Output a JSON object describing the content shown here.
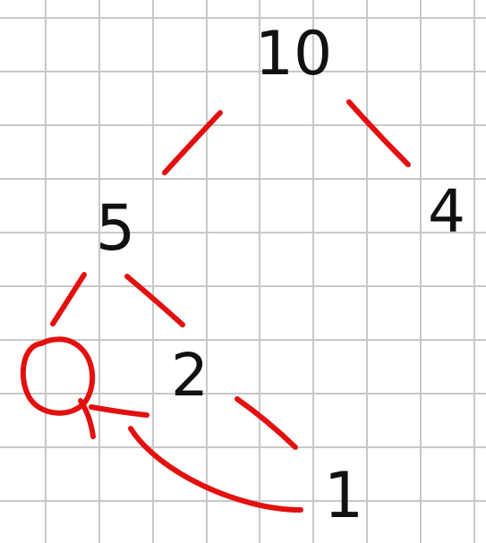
{
  "colors": {
    "background": "#ffffff",
    "grid": "#c8c8c8",
    "ink": "#111111",
    "accent": "#e31010"
  },
  "tree": {
    "root": "10",
    "right_child": "4",
    "left_child": "5",
    "left_right_child": "2",
    "right_right_child": "1"
  }
}
